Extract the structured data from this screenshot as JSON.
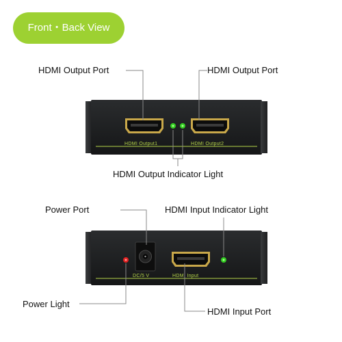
{
  "view_badge": "Front・Back View",
  "front": {
    "output_port_left_label": "HDMI Output Port",
    "output_port_right_label": "HDMI Output Port",
    "output_indicator_label": "HDMI Output Indicator Light",
    "printed_output1": "HDMI Output1",
    "printed_output2": "HDMI Output2"
  },
  "back": {
    "power_port_label": "Power Port",
    "input_indicator_label": "HDMI Input Indicator Light",
    "power_light_label": "Power Light",
    "input_port_label": "HDMI Input Port",
    "printed_power": "DC/5 V",
    "printed_input": "HDMI Input"
  },
  "colors": {
    "badge": "#9dd132",
    "led_green": "#33cc22",
    "led_red": "#e02020",
    "device_body": "#1b1d1f",
    "trim": "#b8d84a"
  }
}
